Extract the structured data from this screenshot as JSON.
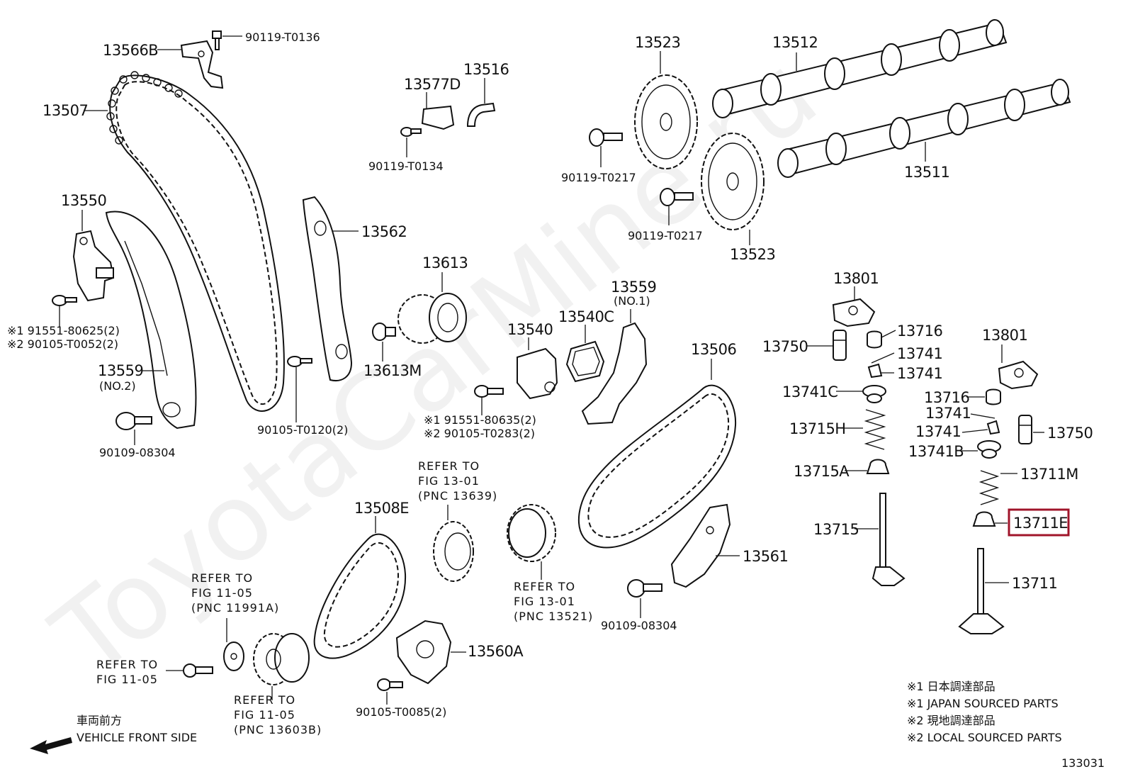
{
  "watermark": "ToyotaCarMine.ru",
  "labels": {
    "p13566B": "13566B",
    "b90119T0136": "90119-T0136",
    "p13507": "13507",
    "p13577D": "13577D",
    "p13516": "13516",
    "b90119T0134": "90119-T0134",
    "p13523a": "13523",
    "p13512": "13512",
    "b90119T0217a": "90119-T0217",
    "p13511": "13511",
    "b90119T0217b": "90119-T0217",
    "p13523b": "13523",
    "p13550": "13550",
    "p13562": "13562",
    "p13613": "13613",
    "p13613M": "13613M",
    "n1_1": "※1 91551-80625(2)",
    "n2_1": "※2 90105-T0052(2)",
    "p13559no2": "13559",
    "no2": "(NO.2)",
    "b90109a": "90109-08304",
    "b90105T0120": "90105-T0120(2)",
    "p13540": "13540",
    "p13540C": "13540C",
    "p13559no1": "13559",
    "no1": "(NO.1)",
    "n1_2": "※1 91551-80635(2)",
    "n2_2": "※2 90105-T0283(2)",
    "p13506": "13506",
    "p13801a": "13801",
    "p13716a": "13716",
    "p13750a": "13750",
    "p13741a": "13741",
    "p13741b": "13741",
    "p13741C": "13741C",
    "p13715H": "13715H",
    "p13715A": "13715A",
    "p13715": "13715",
    "p13801b": "13801",
    "p13716b": "13716",
    "p13741c": "13741",
    "p13741d": "13741",
    "p13750b": "13750",
    "p13741B": "13741B",
    "p13711M": "13711M",
    "p13711E": "13711E",
    "p13711": "13711",
    "refA1": "REFER TO",
    "refA2": "FIG 13-01",
    "refA3": "(PNC 13639)",
    "p13508E": "13508E",
    "refB1": "REFER TO",
    "refB2": "FIG 13-01",
    "refB3": "(PNC 13521)",
    "p13561": "13561",
    "b90109b": "90109-08304",
    "refC1": "REFER TO",
    "refC2": "FIG 11-05",
    "refC3": "(PNC 11991A)",
    "refD1": "REFER TO",
    "refD2": "FIG 11-05",
    "refE1": "REFER TO",
    "refE2": "FIG 11-05",
    "refE3": "(PNC 13603B)",
    "p13560A": "13560A",
    "b90105T0085": "90105-T0085(2)",
    "front_jp": "車両前方",
    "front_en": "VEHICLE FRONT SIDE"
  },
  "legend": {
    "l1": "※1 日本調達部品",
    "l2": "※1 JAPAN SOURCED PARTS",
    "l3": "※2 現地調達部品",
    "l4": "※2 LOCAL SOURCED PARTS"
  },
  "figure_number": "133031",
  "highlight": {
    "part": "13711E",
    "color": "#a0142a"
  }
}
